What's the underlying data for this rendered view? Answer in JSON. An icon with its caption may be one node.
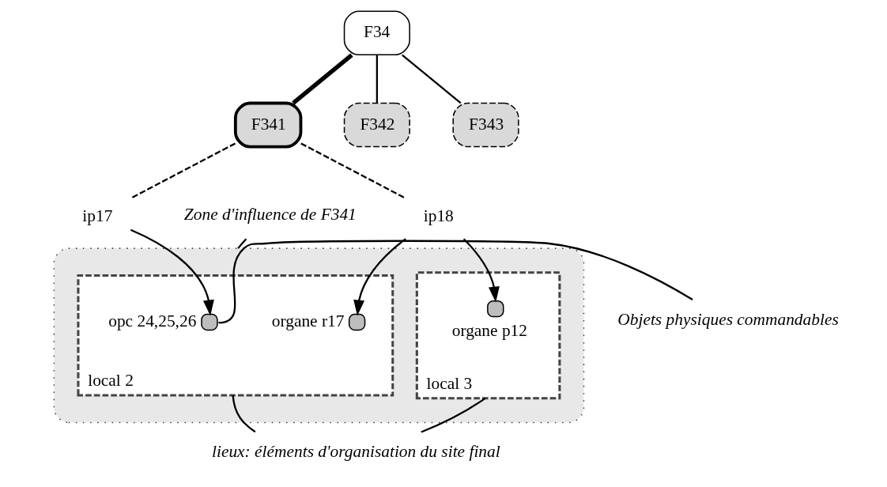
{
  "diagram": {
    "nodes": [
      {
        "text": [
          "F34"
        ]
      },
      {
        "text": [
          "F341"
        ]
      },
      {
        "text": [
          "F342"
        ]
      },
      {
        "text": [
          "F343"
        ]
      },
      {
        "text": [
          "ip17"
        ]
      },
      {
        "text": [
          "ip18"
        ]
      },
      {
        "text": [
          "Zone d'influence de F341"
        ]
      },
      {
        "text": [
          "Objets physiques commandables"
        ]
      },
      {
        "text": [],
        "shape": "cloud"
      },
      {
        "text": [
          "local 2"
        ],
        "in": 8
      },
      {
        "text": [],
        "shape": "circle",
        "beside": [
          "opc 24,25,26"
        ],
        "in": 9
      },
      {
        "text": [],
        "shape": "circle",
        "beside": [
          "organe r17"
        ],
        "in": 9
      },
      {
        "text": [
          "local 3"
        ],
        "in": 8
      },
      {
        "text": [],
        "shape": "circle",
        "beside": [
          "organe p12"
        ],
        "in": 12
      },
      {
        "text": [
          "lieux: éléments d'organisation du site final"
        ]
      }
    ],
    "edges": [
      {
        "from": 0,
        "to": 1,
        "arrow": "none",
        "style": "thick"
      },
      {
        "from": 0,
        "to": 2,
        "arrow": "none"
      },
      {
        "from": 0,
        "to": 3,
        "arrow": "none"
      },
      {
        "from": 1,
        "to": 4,
        "arrow": "none",
        "style": "dashed"
      },
      {
        "from": 1,
        "to": 5,
        "arrow": "none",
        "style": "dashed"
      },
      {
        "from": 4,
        "to": 10,
        "arrow": "to"
      },
      {
        "from": 5,
        "to": 11,
        "arrow": "to"
      },
      {
        "from": 5,
        "to": 13,
        "arrow": "to"
      },
      {
        "from": 6,
        "to": 8,
        "arrow": "none"
      },
      {
        "from": 7,
        "to": 10,
        "arrow": "none"
      },
      {
        "from": 14,
        "to": 9,
        "arrow": "none"
      },
      {
        "from": 14,
        "to": 12,
        "arrow": "none"
      }
    ]
  }
}
